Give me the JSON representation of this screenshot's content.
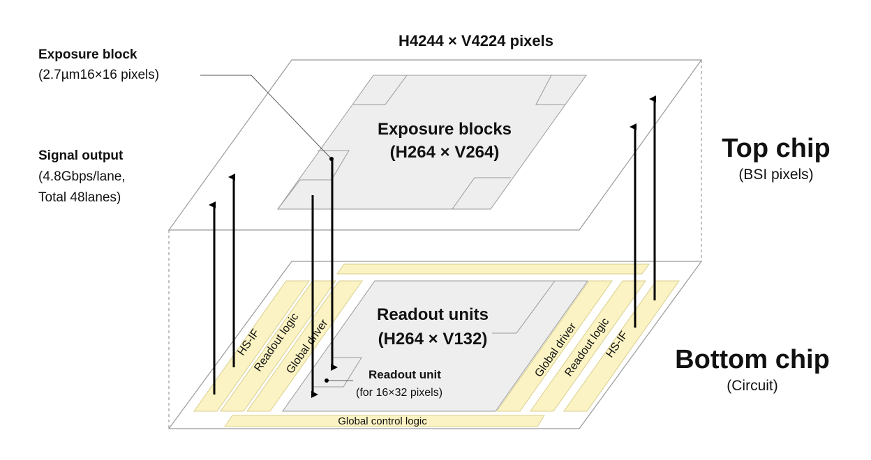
{
  "header": {
    "title": "H4244 × V4224 pixels"
  },
  "top_chip": {
    "title": "Top chip",
    "subtitle": "(BSI pixels)",
    "center_line1": "Exposure blocks",
    "center_line2": "(H264 × V264)"
  },
  "bottom_chip": {
    "title": "Bottom chip",
    "subtitle": "(Circuit)",
    "center_line1": "Readout units",
    "center_line2": "(H264 × V132)",
    "strips": {
      "hs_if_left": "HS-IF",
      "readout_logic_left": "Readout logic",
      "global_driver_left": "Global driver",
      "global_driver_right": "Global driver",
      "readout_logic_right": "Readout logic",
      "hs_if_right": "HS-IF",
      "global_control": "Global control logic"
    }
  },
  "callouts": {
    "exposure_block": {
      "title": "Exposure block",
      "detail": "(2.7µm16×16 pixels)"
    },
    "signal_output": {
      "title": "Signal output",
      "line1": "(4.8Gbps/lane,",
      "line2": "Total 48lanes)"
    },
    "readout_unit": {
      "title": "Readout unit",
      "detail": "(for 16×32 pixels)"
    }
  },
  "colors": {
    "plate_stroke": "#999999",
    "block_fill": "#eeeeee",
    "strip_fill": "#fbf3c3",
    "strip_stroke": "#d9cf8f",
    "arrow": "#000000"
  }
}
